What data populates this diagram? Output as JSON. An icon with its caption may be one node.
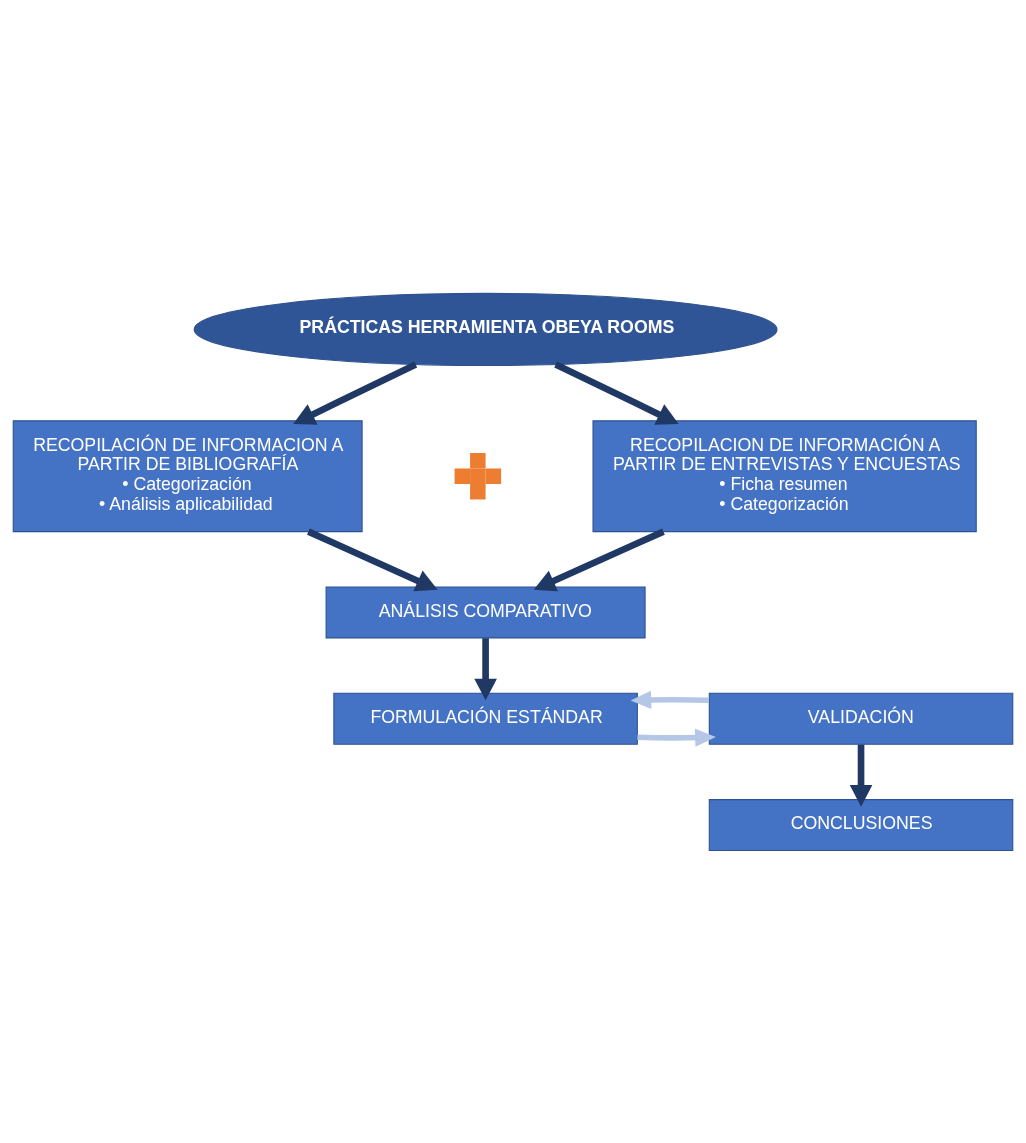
{
  "diagram": {
    "nodes": [
      {
        "text": [
          "PRÁCTICAS HERRAMIENTA OBEYA ROOMS"
        ]
      },
      {
        "text": [
          "RECOPILACIÓN DE INFORMACION A PARTIR DE BIBLIOGRAFÍA",
          "• Categorización",
          "• Análisis aplicabilidad"
        ]
      },
      {
        "text": [],
        "shape": "plus"
      },
      {
        "text": [
          "RECOPILACION DE INFORMACIÓN A PARTIR DE ENTREVISTAS Y ENCUESTAS",
          "• Ficha resumen",
          "• Categorización"
        ]
      },
      {
        "text": [
          "ANÁLISIS COMPARATIVO"
        ]
      },
      {
        "text": [
          "FORMULACIÓN ESTÁNDAR"
        ]
      },
      {
        "text": [
          "VALIDACIÓN"
        ]
      },
      {
        "text": [
          "CONCLUSIONES"
        ]
      }
    ],
    "edges": [
      {
        "from": 0,
        "to": 1,
        "arrow": "to"
      },
      {
        "from": 0,
        "to": 3,
        "arrow": "to"
      },
      {
        "from": 1,
        "to": 4,
        "arrow": "to"
      },
      {
        "from": 3,
        "to": 4,
        "arrow": "to"
      },
      {
        "from": 4,
        "to": 5,
        "arrow": "to"
      },
      {
        "from": 5,
        "to": 6,
        "arrow": "to",
        "color": "#b4c7e7"
      },
      {
        "from": 6,
        "to": 5,
        "arrow": "to",
        "color": "#b4c7e7"
      },
      {
        "from": 6,
        "to": 7,
        "arrow": "to"
      }
    ]
  }
}
